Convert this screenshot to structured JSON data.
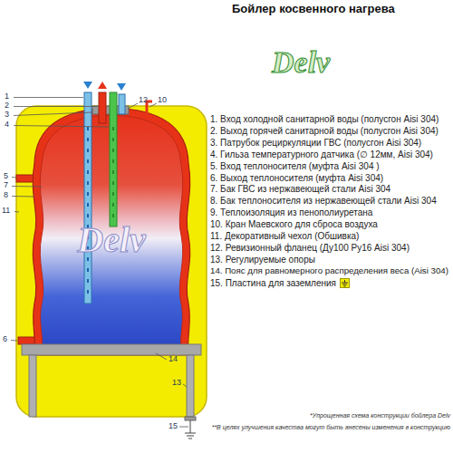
{
  "diagram": {
    "title": "Бойлер косвенного нагрева",
    "labels": [
      "Delv",
      "1. Вход холодной санитарной воды (полусгон Aisi 304)",
      "2. Выход горячей санитарной воды (полусгон Aisi 304)",
      "3. Патрубок рециркуляции ГВС (полусгон Aisi 304)",
      "4. Гильза температурного датчика (∅ 12мм, Aisi 304)",
      "5. Вход теплоносителя (муфта Aisi 304 )",
      "6. Выход теплоносителя (муфта Aisi 304)",
      "7. Бак ГВС из нержавеющей стали Aisi 304",
      "8. Бак теплоносителя из нержавеющей стали Aisi 304",
      "9. Теплоизоляция из пенополиуретана",
      "10. Кран Маевского для сброса воздуха",
      "11. Декоративный чехол (Обшивка)",
      "12. Ревизионный фланец (Ду100 Ру16 Aisi 304)",
      "13. Регулируемые опоры",
      "14. Пояс для равномерного распределения веса (Aisi 304)",
      "15. Пластина для заземления",
      "*Упрощенная схема конструкции бойлера Delv",
      "**В целях улучшения качества могут быть внесены изменения в конструкцию",
      "1",
      "2",
      "3",
      "4",
      "12",
      "10",
      "5",
      "7",
      "8",
      "11",
      "6",
      "14",
      "13",
      "15",
      "Delv"
    ]
  }
}
